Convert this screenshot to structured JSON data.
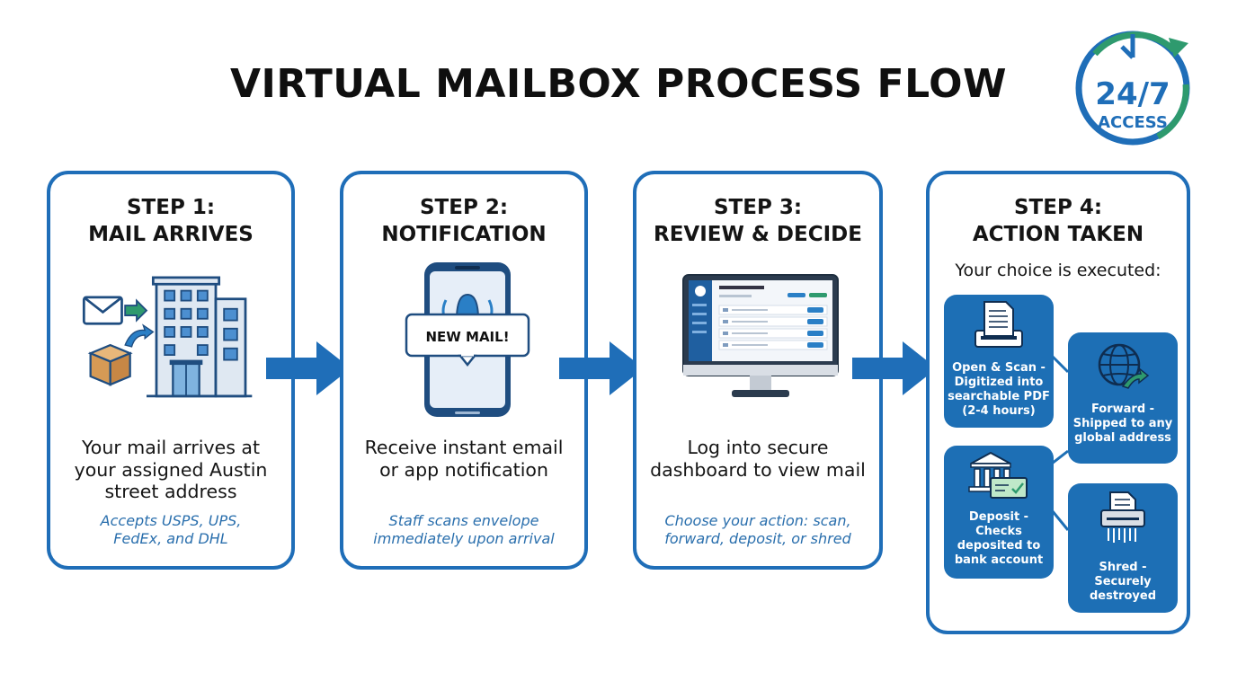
{
  "title": "VIRTUAL MAILBOX PROCESS FLOW",
  "badge": {
    "line1": "24/7",
    "line2": "ACCESS"
  },
  "colors": {
    "primary": "#1f6eb8",
    "tile": "#1d6fb5",
    "note": "#2a6fad",
    "accent_green": "#2e9a6e"
  },
  "steps": [
    {
      "head": [
        "STEP 1:",
        "MAIL ARRIVES"
      ],
      "icon": "building-mail-icon",
      "body": [
        "Your mail arrives at",
        "your assigned Austin",
        "street address"
      ],
      "note": [
        "Accepts USPS, UPS,",
        "FedEx, and DHL"
      ]
    },
    {
      "head": [
        "STEP 2:",
        "NOTIFICATION"
      ],
      "icon": "phone-notification-icon",
      "bubble": "NEW MAIL!",
      "body": [
        "Receive instant email",
        "or app notification"
      ],
      "note": [
        "Staff scans envelope",
        "immediately upon arrival"
      ]
    },
    {
      "head": [
        "STEP 3:",
        "REVIEW & DECIDE"
      ],
      "icon": "monitor-dashboard-icon",
      "body": [
        "Log into secure",
        "dashboard to view mail"
      ],
      "note": [
        "Choose your action: scan,",
        "forward, deposit, or shred"
      ]
    },
    {
      "head": [
        "STEP 4:",
        "ACTION TAKEN"
      ],
      "subhead": "Your choice is executed:",
      "actions": [
        {
          "icon": "scanner-icon",
          "lines": [
            "Open & Scan -",
            "Digitized into",
            "searchable PDF",
            "(2-4 hours)"
          ]
        },
        {
          "icon": "globe-icon",
          "lines": [
            "Forward -",
            "Shipped to any",
            "global address"
          ]
        },
        {
          "icon": "bank-icon",
          "lines": [
            "Deposit -",
            "Checks",
            "deposited to",
            "bank account"
          ]
        },
        {
          "icon": "shredder-icon",
          "lines": [
            "Shred -",
            "Securely",
            "destroyed"
          ]
        }
      ]
    }
  ]
}
